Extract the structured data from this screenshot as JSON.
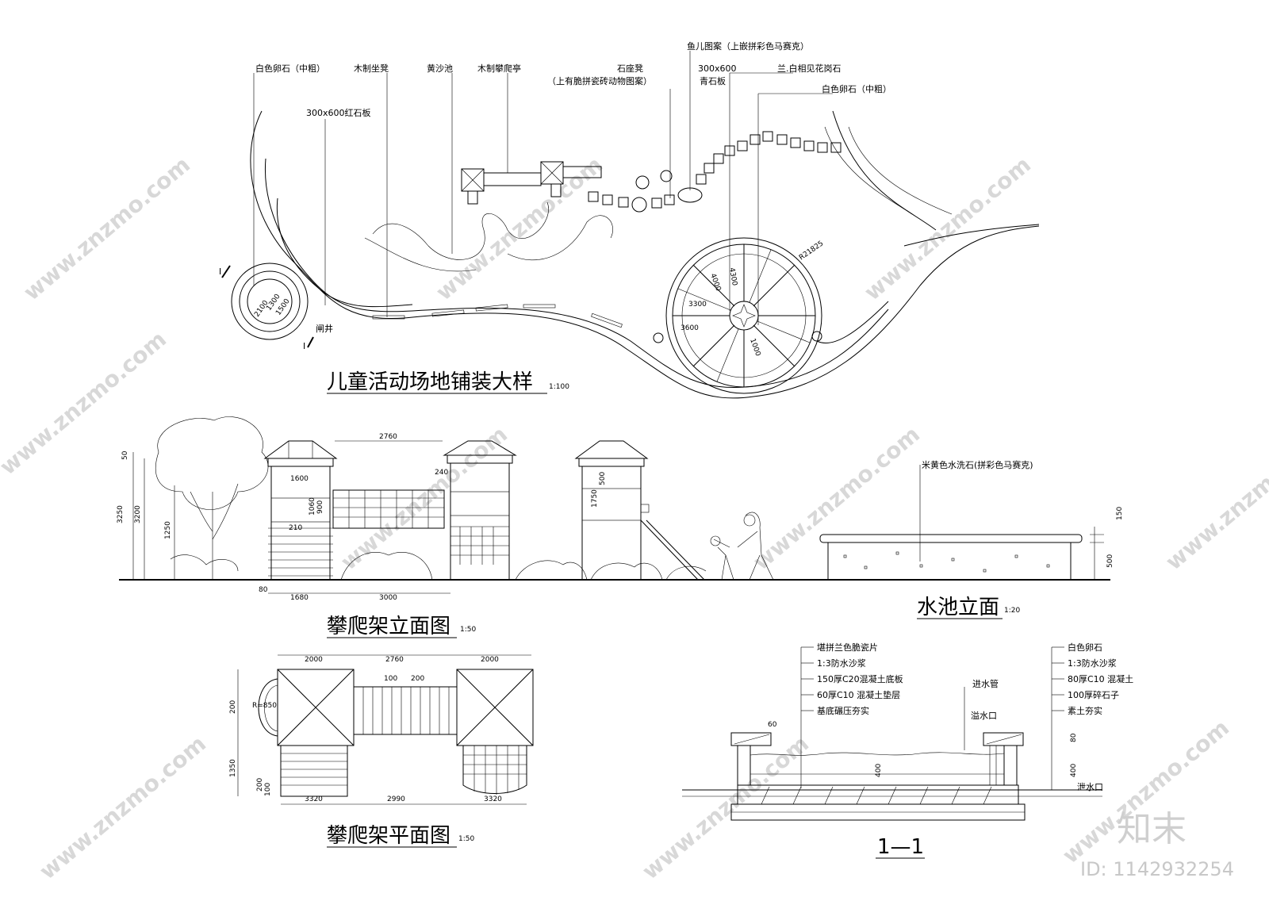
{
  "titles": {
    "paving": "儿童活动场地铺装大样",
    "paving_scale": "1:100",
    "climb_elev": "攀爬架立面图",
    "climb_elev_scale": "1:50",
    "pool_elev": "水池立面",
    "pool_elev_scale": "1:20",
    "climb_plan": "攀爬架平面图",
    "climb_plan_scale": "1:50",
    "section": "1—1"
  },
  "paving_labels": {
    "pebble_white": "白色卵石（中粗）",
    "wood_bench": "木制坐凳",
    "sand_pit": "黄沙池",
    "wood_pavilion": "木制攀爬亭",
    "stone_bench": "石座凳",
    "stone_bench_note": "（上有脆拼瓷砖动物图案）",
    "fish_pattern": "鱼儿图案（上嵌拼彩色马赛克）",
    "slab_size": "300x600",
    "blue_slab": "青石板",
    "granite": "兰.白相见花岗石",
    "pebble_white2": "白色卵石（中粗）",
    "red_slab": "300x600红石板",
    "manhole": "闸井",
    "section_mark": "I",
    "radius": "R21825"
  },
  "paving_dims": [
    "2100",
    "1300",
    "1500",
    "4300",
    "4000",
    "3300",
    "3600",
    "1000"
  ],
  "elev_dims": {
    "top_span": "2760",
    "d1600": "1600",
    "d240": "240",
    "d3250": "3250",
    "d3200": "3200",
    "d1250": "1250",
    "d50": "50",
    "d1060": "1060",
    "d900": "900",
    "d210": "210",
    "d1750": "1750",
    "d500": "500",
    "d80": "80",
    "d1680": "1680",
    "d3000": "3000"
  },
  "pool_labels": {
    "stone": "米黄色水洗石(拼彩色马赛克)",
    "d150": "150",
    "d500": "500"
  },
  "plan_dims": {
    "top": [
      "2000",
      "2760",
      "2000"
    ],
    "mid": [
      "100",
      "200"
    ],
    "radius": "R=850",
    "left": [
      "200",
      "1350",
      "200",
      "100"
    ],
    "bottom": [
      "3320",
      "2990",
      "3320"
    ]
  },
  "section_left": [
    "堪拼兰色脆瓷片",
    "1:3防水沙浆",
    "150厚C20混凝土底板",
    "60厚C10 混凝土垫层",
    "基底碾压夯实"
  ],
  "section_right": [
    "白色卵石",
    "1:3防水沙浆",
    "80厚C10 混凝土",
    "100厚碎石子",
    "素土夯实"
  ],
  "section_notes": {
    "inlet": "进水管",
    "overflow": "溢水口",
    "drain": "泄水口",
    "d60": "60",
    "d400": "400",
    "d80": "80",
    "d400r": "400"
  },
  "watermark": {
    "text": "www.znzmo.com",
    "logo": "知末",
    "id": "ID: 1142932254"
  }
}
